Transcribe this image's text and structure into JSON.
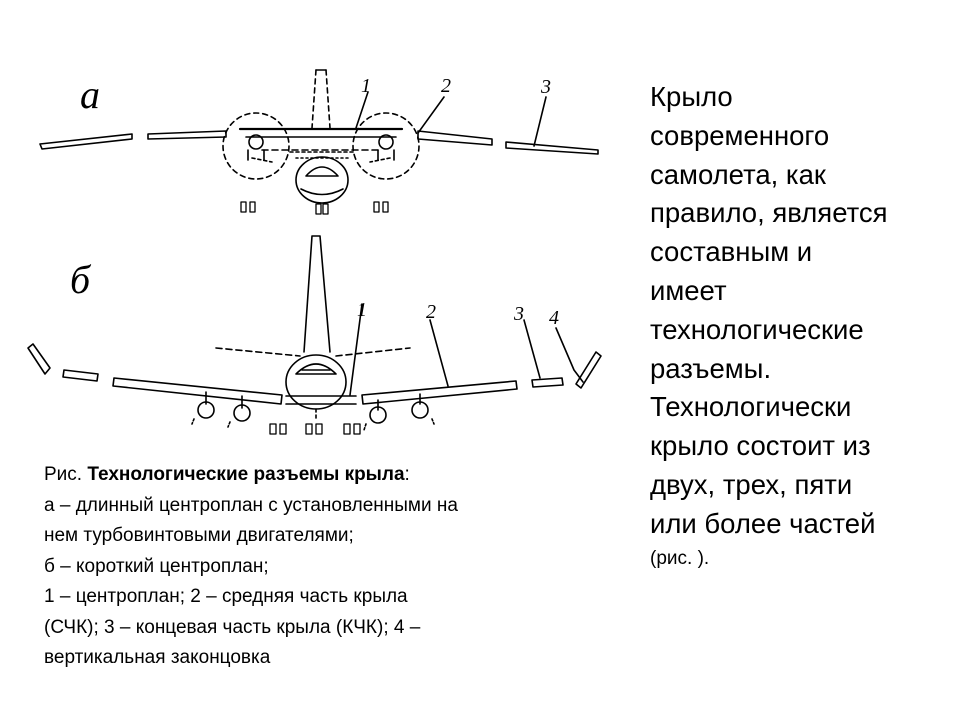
{
  "figure": {
    "panel_a_label": "а",
    "panel_b_label": "б",
    "callouts_a": [
      "1",
      "2",
      "3"
    ],
    "callouts_b": [
      "1",
      "2",
      "3",
      "4"
    ]
  },
  "caption": {
    "title_prefix": "Рис. ",
    "title_bold": "Технологические разъемы крыла",
    "title_suffix": ":",
    "lines": [
      "а – длинный центроплан с установленными на",
      "нем турбовинтовыми двигателями;",
      "б – короткий центроплан;",
      "1 – центроплан; 2 – средняя часть крыла",
      "(СЧК); 3 – концевая часть крыла (КЧК); 4 –",
      "вертикальная законцовка"
    ]
  },
  "body": {
    "lines": [
      "Крыло",
      "современного",
      "самолета, как",
      "правило, является",
      "составным и",
      "имеет",
      "технологические",
      "разъемы.",
      "Технологически",
      "крыло состоит из",
      "двух, трех, пяти",
      "или более частей"
    ],
    "reference": "(рис.   )."
  }
}
